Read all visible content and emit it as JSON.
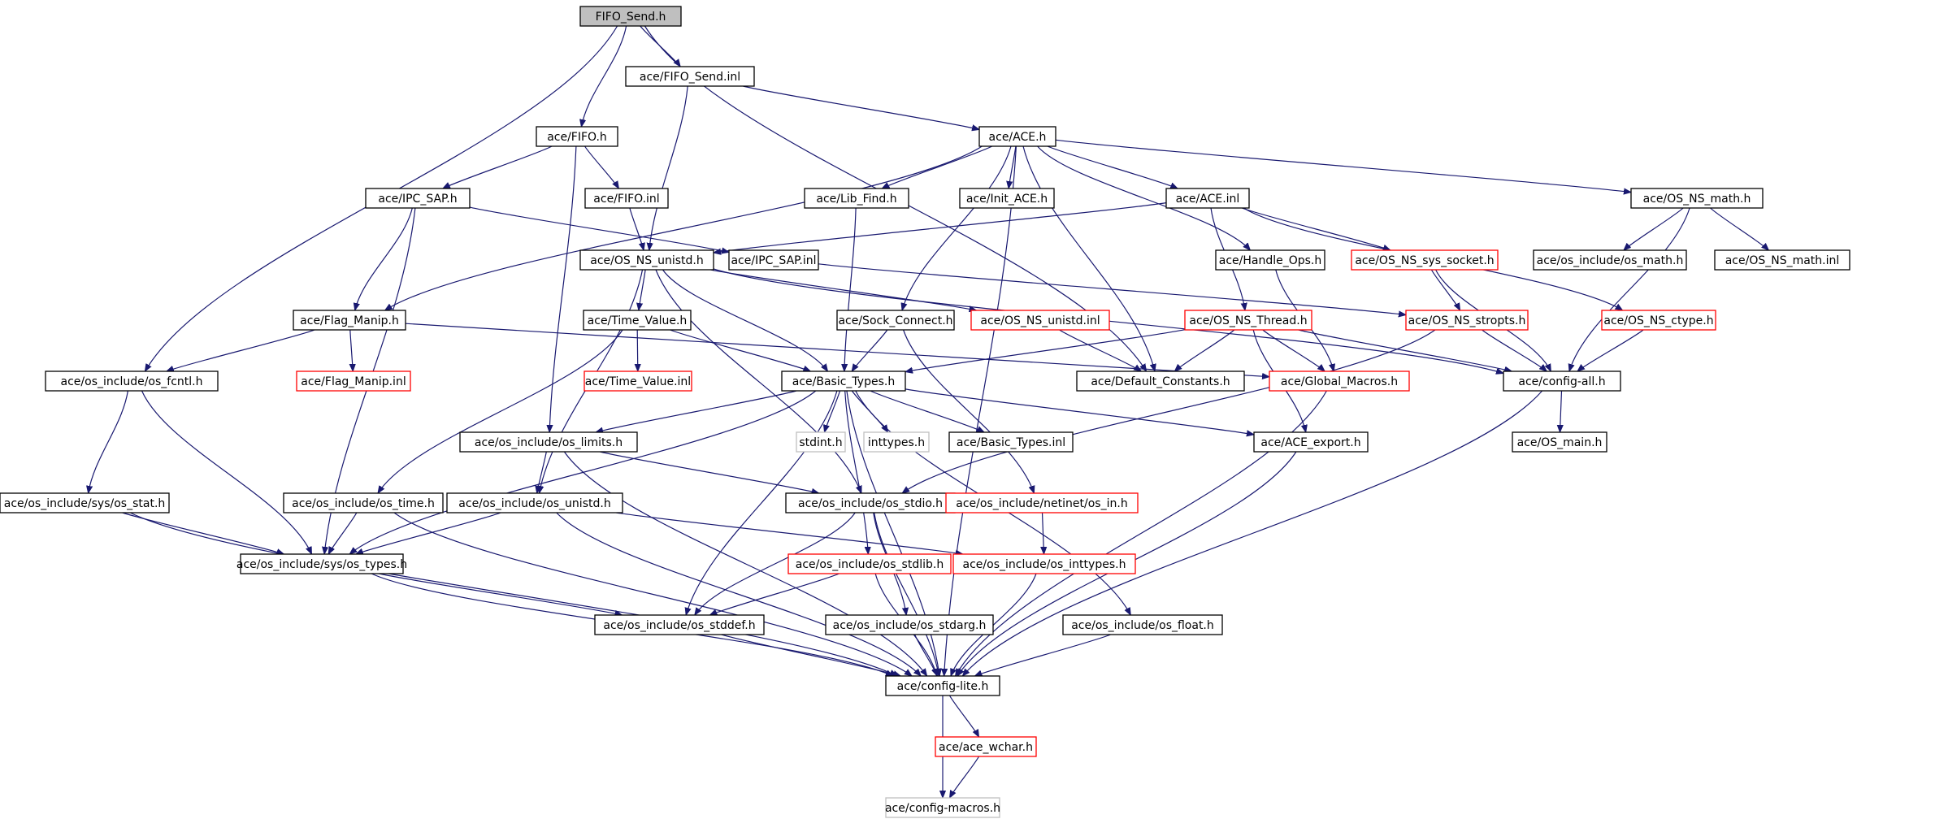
{
  "colors": {
    "edge": "#191970",
    "root_fill": "#bfbfbf",
    "normal_border": "#000000",
    "truncated_border": "#ff0000",
    "external_border": "#bfbfbf",
    "node_fill": "#ffffff"
  },
  "nodes": [
    {
      "id": "fifo_send_h",
      "label": "FIFO_Send.h",
      "kind": "root"
    },
    {
      "id": "fifo_send_inl",
      "label": "ace/FIFO_Send.inl",
      "kind": "normal"
    },
    {
      "id": "fifo_h",
      "label": "ace/FIFO.h",
      "kind": "normal"
    },
    {
      "id": "ace_h",
      "label": "ace/ACE.h",
      "kind": "normal"
    },
    {
      "id": "ipc_sap_h",
      "label": "ace/IPC_SAP.h",
      "kind": "normal"
    },
    {
      "id": "fifo_inl",
      "label": "ace/FIFO.inl",
      "kind": "normal"
    },
    {
      "id": "lib_find_h",
      "label": "ace/Lib_Find.h",
      "kind": "normal"
    },
    {
      "id": "init_ace_h",
      "label": "ace/Init_ACE.h",
      "kind": "normal"
    },
    {
      "id": "ace_inl",
      "label": "ace/ACE.inl",
      "kind": "normal"
    },
    {
      "id": "os_ns_math_h",
      "label": "ace/OS_NS_math.h",
      "kind": "normal"
    },
    {
      "id": "os_ns_unistd_h",
      "label": "ace/OS_NS_unistd.h",
      "kind": "normal"
    },
    {
      "id": "ipc_sap_inl",
      "label": "ace/IPC_SAP.inl",
      "kind": "normal"
    },
    {
      "id": "handle_ops_h",
      "label": "ace/Handle_Ops.h",
      "kind": "normal"
    },
    {
      "id": "os_ns_sys_socket_h",
      "label": "ace/OS_NS_sys_socket.h",
      "kind": "truncated"
    },
    {
      "id": "os_include_os_math_h",
      "label": "ace/os_include/os_math.h",
      "kind": "normal"
    },
    {
      "id": "os_ns_math_inl",
      "label": "ace/OS_NS_math.inl",
      "kind": "normal"
    },
    {
      "id": "flag_manip_h",
      "label": "ace/Flag_Manip.h",
      "kind": "normal"
    },
    {
      "id": "time_value_h",
      "label": "ace/Time_Value.h",
      "kind": "normal"
    },
    {
      "id": "sock_connect_h",
      "label": "ace/Sock_Connect.h",
      "kind": "normal"
    },
    {
      "id": "os_ns_unistd_inl",
      "label": "ace/OS_NS_unistd.inl",
      "kind": "truncated"
    },
    {
      "id": "os_ns_thread_h",
      "label": "ace/OS_NS_Thread.h",
      "kind": "truncated"
    },
    {
      "id": "os_ns_stropts_h",
      "label": "ace/OS_NS_stropts.h",
      "kind": "truncated"
    },
    {
      "id": "os_ns_ctype_h",
      "label": "ace/OS_NS_ctype.h",
      "kind": "truncated"
    },
    {
      "id": "os_include_os_fcntl_h",
      "label": "ace/os_include/os_fcntl.h",
      "kind": "normal"
    },
    {
      "id": "flag_manip_inl",
      "label": "ace/Flag_Manip.inl",
      "kind": "truncated"
    },
    {
      "id": "time_value_inl",
      "label": "ace/Time_Value.inl",
      "kind": "truncated"
    },
    {
      "id": "basic_types_h",
      "label": "ace/Basic_Types.h",
      "kind": "normal"
    },
    {
      "id": "default_constants_h",
      "label": "ace/Default_Constants.h",
      "kind": "normal"
    },
    {
      "id": "global_macros_h",
      "label": "ace/Global_Macros.h",
      "kind": "truncated"
    },
    {
      "id": "config_all_h",
      "label": "ace/config-all.h",
      "kind": "normal"
    },
    {
      "id": "os_include_os_limits_h",
      "label": "ace/os_include/os_limits.h",
      "kind": "normal"
    },
    {
      "id": "stdint_h",
      "label": "stdint.h",
      "kind": "external"
    },
    {
      "id": "inttypes_h",
      "label": "inttypes.h",
      "kind": "external"
    },
    {
      "id": "basic_types_inl",
      "label": "ace/Basic_Types.inl",
      "kind": "normal"
    },
    {
      "id": "ace_export_h",
      "label": "ace/ACE_export.h",
      "kind": "normal"
    },
    {
      "id": "os_main_h",
      "label": "ace/OS_main.h",
      "kind": "normal"
    },
    {
      "id": "os_include_sys_os_stat_h",
      "label": "ace/os_include/sys/os_stat.h",
      "kind": "normal"
    },
    {
      "id": "os_include_os_time_h",
      "label": "ace/os_include/os_time.h",
      "kind": "normal"
    },
    {
      "id": "os_include_os_unistd_h",
      "label": "ace/os_include/os_unistd.h",
      "kind": "normal"
    },
    {
      "id": "os_include_os_stdio_h",
      "label": "ace/os_include/os_stdio.h",
      "kind": "normal"
    },
    {
      "id": "os_include_netinet_os_in_h",
      "label": "ace/os_include/netinet/os_in.h",
      "kind": "truncated"
    },
    {
      "id": "os_include_sys_os_types_h",
      "label": "ace/os_include/sys/os_types.h",
      "kind": "normal"
    },
    {
      "id": "os_include_os_stdlib_h",
      "label": "ace/os_include/os_stdlib.h",
      "kind": "truncated"
    },
    {
      "id": "os_include_os_inttypes_h",
      "label": "ace/os_include/os_inttypes.h",
      "kind": "truncated"
    },
    {
      "id": "os_include_os_stddef_h",
      "label": "ace/os_include/os_stddef.h",
      "kind": "normal"
    },
    {
      "id": "os_include_os_stdarg_h",
      "label": "ace/os_include/os_stdarg.h",
      "kind": "normal"
    },
    {
      "id": "os_include_os_float_h",
      "label": "ace/os_include/os_float.h",
      "kind": "normal"
    },
    {
      "id": "config_lite_h",
      "label": "ace/config-lite.h",
      "kind": "normal"
    },
    {
      "id": "ace_wchar_h",
      "label": "ace/ace_wchar.h",
      "kind": "truncated"
    },
    {
      "id": "config_macros_h",
      "label": "ace/config-macros.h",
      "kind": "external"
    }
  ],
  "edges": [
    [
      "fifo_send_h",
      "fifo_send_inl"
    ],
    [
      "fifo_send_h",
      "fifo_h"
    ],
    [
      "fifo_send_h",
      "os_include_os_fcntl_h"
    ],
    [
      "fifo_send_h",
      "default_constants_h"
    ],
    [
      "fifo_send_inl",
      "ace_h"
    ],
    [
      "fifo_send_inl",
      "os_ns_unistd_h"
    ],
    [
      "fifo_h",
      "ipc_sap_h"
    ],
    [
      "fifo_h",
      "fifo_inl"
    ],
    [
      "fifo_h",
      "os_include_os_limits_h"
    ],
    [
      "ipc_sap_h",
      "flag_manip_h"
    ],
    [
      "ipc_sap_h",
      "ipc_sap_inl"
    ],
    [
      "ipc_sap_h",
      "os_include_sys_os_types_h"
    ],
    [
      "fifo_inl",
      "os_ns_unistd_h"
    ],
    [
      "ace_h",
      "lib_find_h"
    ],
    [
      "ace_h",
      "init_ace_h"
    ],
    [
      "ace_h",
      "ace_inl"
    ],
    [
      "ace_h",
      "os_ns_math_h"
    ],
    [
      "ace_h",
      "flag_manip_h"
    ],
    [
      "ace_h",
      "handle_ops_h"
    ],
    [
      "ace_h",
      "sock_connect_h"
    ],
    [
      "ace_h",
      "default_constants_h"
    ],
    [
      "ace_h",
      "config_lite_h"
    ],
    [
      "ace_inl",
      "os_ns_unistd_h"
    ],
    [
      "ace_inl",
      "os_ns_thread_h"
    ],
    [
      "ace_inl",
      "os_ns_sys_socket_h"
    ],
    [
      "ace_inl",
      "os_ns_ctype_h"
    ],
    [
      "lib_find_h",
      "basic_types_h"
    ],
    [
      "os_ns_math_h",
      "os_include_os_math_h"
    ],
    [
      "os_ns_math_h",
      "os_ns_math_inl"
    ],
    [
      "os_ns_math_h",
      "config_all_h"
    ],
    [
      "ipc_sap_inl",
      "os_ns_stropts_h"
    ],
    [
      "os_ns_unistd_h",
      "time_value_h"
    ],
    [
      "os_ns_unistd_h",
      "os_ns_unistd_inl"
    ],
    [
      "os_ns_unistd_h",
      "basic_types_h"
    ],
    [
      "os_ns_unistd_h",
      "os_include_os_unistd_h"
    ],
    [
      "os_ns_unistd_h",
      "os_include_os_stdio_h"
    ],
    [
      "os_ns_unistd_h",
      "config_all_h"
    ],
    [
      "handle_ops_h",
      "global_macros_h"
    ],
    [
      "os_ns_sys_socket_h",
      "os_ns_stropts_h"
    ],
    [
      "os_ns_sys_socket_h",
      "config_all_h"
    ],
    [
      "flag_manip_h",
      "flag_manip_inl"
    ],
    [
      "flag_manip_h",
      "os_include_os_fcntl_h"
    ],
    [
      "flag_manip_h",
      "global_macros_h"
    ],
    [
      "time_value_h",
      "time_value_inl"
    ],
    [
      "time_value_h",
      "basic_types_h"
    ],
    [
      "time_value_h",
      "os_include_os_time_h"
    ],
    [
      "sock_connect_h",
      "basic_types_h"
    ],
    [
      "sock_connect_h",
      "os_include_netinet_os_in_h"
    ],
    [
      "os_ns_unistd_inl",
      "default_constants_h"
    ],
    [
      "os_ns_thread_h",
      "basic_types_h"
    ],
    [
      "os_ns_thread_h",
      "default_constants_h"
    ],
    [
      "os_ns_thread_h",
      "global_macros_h"
    ],
    [
      "os_ns_thread_h",
      "config_all_h"
    ],
    [
      "os_ns_thread_h",
      "ace_export_h"
    ],
    [
      "os_ns_stropts_h",
      "config_all_h"
    ],
    [
      "os_ns_stropts_h",
      "os_include_os_stdio_h"
    ],
    [
      "os_ns_ctype_h",
      "config_all_h"
    ],
    [
      "os_include_os_fcntl_h",
      "os_include_sys_os_stat_h"
    ],
    [
      "os_include_os_fcntl_h",
      "os_include_sys_os_types_h"
    ],
    [
      "basic_types_h",
      "os_include_os_limits_h"
    ],
    [
      "basic_types_h",
      "stdint_h"
    ],
    [
      "basic_types_h",
      "inttypes_h"
    ],
    [
      "basic_types_h",
      "basic_types_inl"
    ],
    [
      "basic_types_h",
      "ace_export_h"
    ],
    [
      "basic_types_h",
      "os_include_sys_os_types_h"
    ],
    [
      "basic_types_h",
      "os_include_os_stdlib_h"
    ],
    [
      "basic_types_h",
      "os_include_os_stddef_h"
    ],
    [
      "basic_types_h",
      "os_include_os_float_h"
    ],
    [
      "basic_types_h",
      "config_lite_h"
    ],
    [
      "global_macros_h",
      "config_lite_h"
    ],
    [
      "config_all_h",
      "os_main_h"
    ],
    [
      "config_all_h",
      "config_lite_h"
    ],
    [
      "os_include_os_limits_h",
      "os_include_os_unistd_h"
    ],
    [
      "os_include_os_limits_h",
      "os_include_os_stdio_h"
    ],
    [
      "os_include_os_limits_h",
      "config_lite_h"
    ],
    [
      "ace_export_h",
      "config_lite_h"
    ],
    [
      "os_include_sys_os_stat_h",
      "os_include_sys_os_types_h"
    ],
    [
      "os_include_sys_os_stat_h",
      "config_lite_h"
    ],
    [
      "os_include_os_time_h",
      "os_include_sys_os_types_h"
    ],
    [
      "os_include_os_time_h",
      "config_lite_h"
    ],
    [
      "os_include_os_unistd_h",
      "os_include_sys_os_types_h"
    ],
    [
      "os_include_os_unistd_h",
      "os_include_os_inttypes_h"
    ],
    [
      "os_include_os_unistd_h",
      "config_lite_h"
    ],
    [
      "os_include_os_stdio_h",
      "os_include_os_stddef_h"
    ],
    [
      "os_include_os_stdio_h",
      "os_include_os_stdarg_h"
    ],
    [
      "os_include_os_stdio_h",
      "config_lite_h"
    ],
    [
      "os_include_netinet_os_in_h",
      "os_include_os_inttypes_h"
    ],
    [
      "os_include_sys_os_types_h",
      "os_include_os_stddef_h"
    ],
    [
      "os_include_sys_os_types_h",
      "config_lite_h"
    ],
    [
      "os_include_os_stdlib_h",
      "os_include_os_stddef_h"
    ],
    [
      "os_include_os_stdlib_h",
      "config_lite_h"
    ],
    [
      "os_include_os_inttypes_h",
      "config_lite_h"
    ],
    [
      "os_include_os_stddef_h",
      "config_lite_h"
    ],
    [
      "os_include_os_stdarg_h",
      "config_lite_h"
    ],
    [
      "os_include_os_float_h",
      "config_lite_h"
    ],
    [
      "config_lite_h",
      "ace_wchar_h"
    ],
    [
      "config_lite_h",
      "config_macros_h"
    ],
    [
      "ace_wchar_h",
      "config_macros_h"
    ]
  ]
}
